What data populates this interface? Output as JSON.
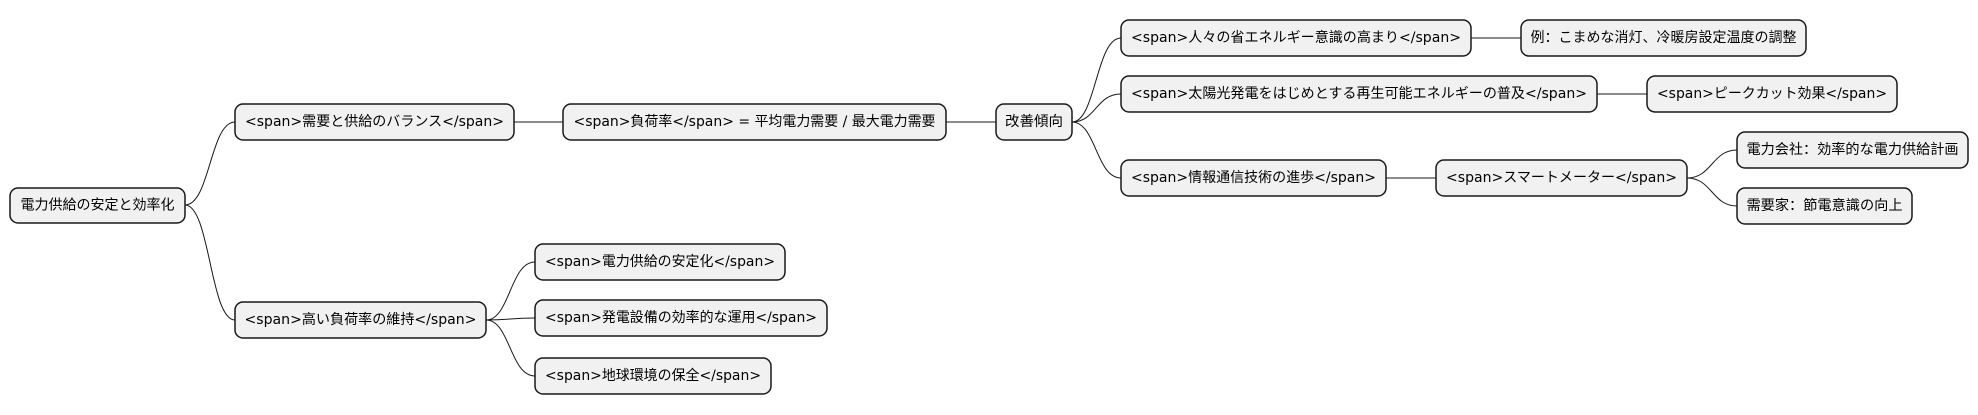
{
  "colors": {
    "node_fill": "#f1f1f1",
    "node_stroke": "#181818",
    "edge": "#181818",
    "text": "#000000"
  },
  "nodes": {
    "root": "電力供給の安定と効率化",
    "balance": "<span>需要と供給のバランス</span>",
    "load_factor": "<span>負荷率</span> = 平均電力需要 / 最大電力需要",
    "trend": "改善傾向",
    "awareness": "<span>人々の省エネルギー意識の高まり</span>",
    "awareness_example": "例：こまめな消灯、冷暖房設定温度の調整",
    "renewable": "<span>太陽光発電をはじめとする再生可能エネルギーの普及</span>",
    "peak_cut": "<span>ピークカット効果</span>",
    "ict": "<span>情報通信技術の進歩</span>",
    "smart_meter": "<span>スマートメーター</span>",
    "utility": "電力会社：効率的な電力供給計画",
    "consumer": "需要家：節電意識の向上",
    "high_load": "<span>高い負荷率の維持</span>",
    "stable": "<span>電力供給の安定化</span>",
    "efficient": "<span>発電設備の効率的な運用</span>",
    "environment": "<span>地球環境の保全</span>"
  }
}
